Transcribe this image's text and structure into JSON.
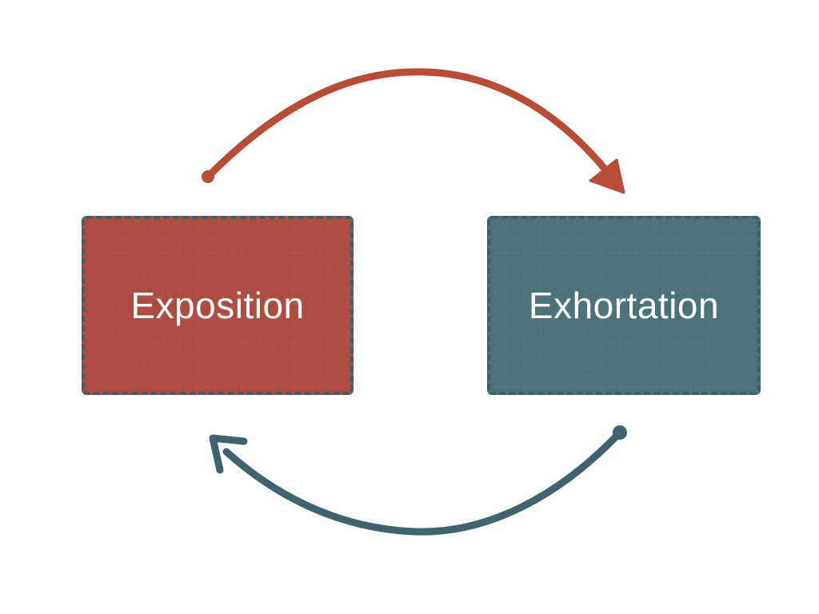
{
  "diagram": {
    "nodes": [
      {
        "id": "exposition",
        "label": "Exposition",
        "fill": "#ac4d40"
      },
      {
        "id": "exhortation",
        "label": "Exhortation",
        "fill": "#4b7379"
      }
    ],
    "edges": [
      {
        "from": "exposition",
        "to": "exhortation",
        "color": "#b84c37"
      },
      {
        "from": "exhortation",
        "to": "exposition",
        "color": "#3f6470"
      }
    ],
    "border_color": "#3d6068"
  }
}
